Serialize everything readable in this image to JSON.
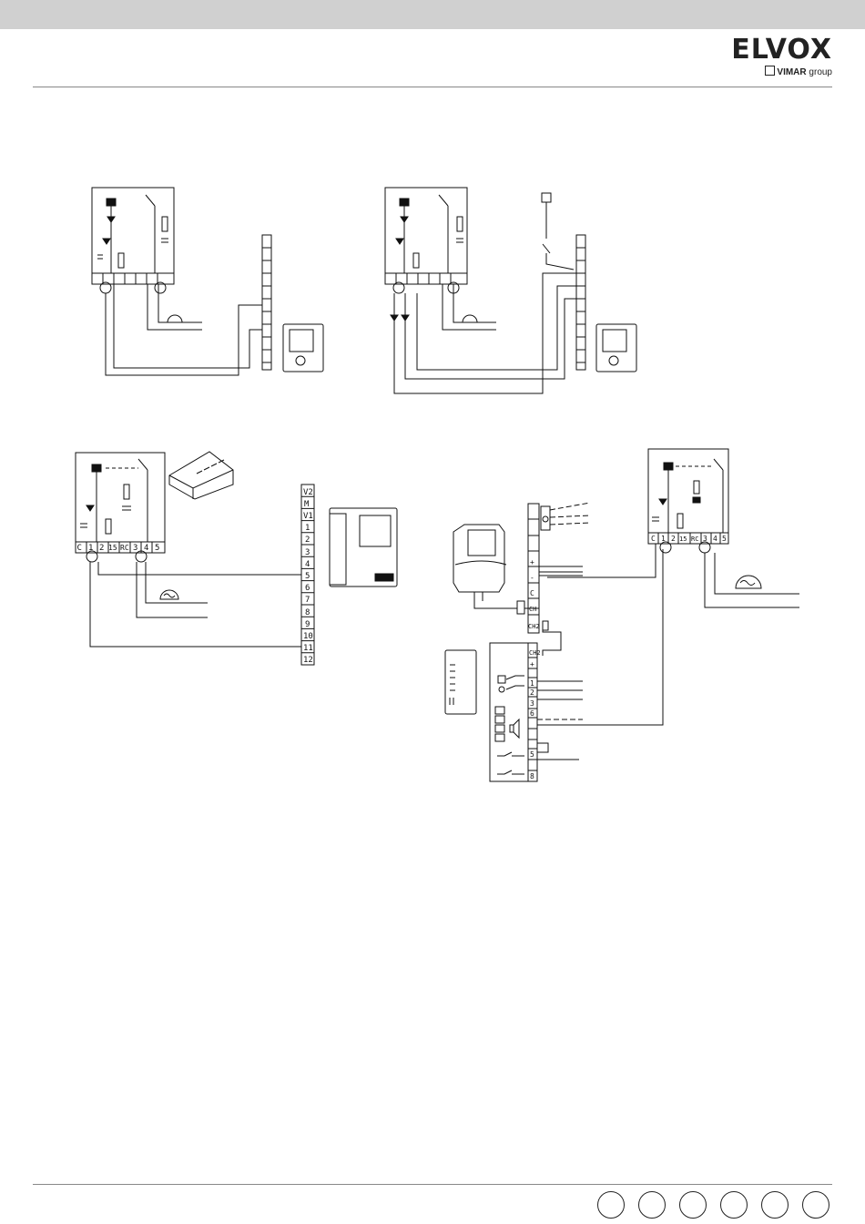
{
  "logo": {
    "brand": "ELVOX",
    "sub_brand": "VIMAR",
    "sub_group": "group"
  },
  "diagram_4": {
    "relay_terminals": [
      "C",
      "1",
      "2",
      "15",
      "RC",
      "3",
      "4",
      "5"
    ],
    "video_terminals": [
      "V2",
      "M",
      "V1",
      "1",
      "2",
      "3",
      "4",
      "5",
      "6",
      "7",
      "8",
      "9",
      "10",
      "11",
      "12"
    ]
  },
  "diagram_5": {
    "supply_terminals": [
      "+",
      "-",
      "C",
      "CH",
      "CH2"
    ],
    "module_terminals": [
      "CH2",
      "+",
      "1",
      "2",
      "3",
      "6",
      "5",
      "8"
    ],
    "relay_terminals": [
      "C",
      "1",
      "2",
      "15",
      "RC",
      "3",
      "4",
      "5"
    ]
  },
  "footer": {
    "language_circles": [
      "",
      "",
      "",
      "",
      "",
      ""
    ]
  }
}
